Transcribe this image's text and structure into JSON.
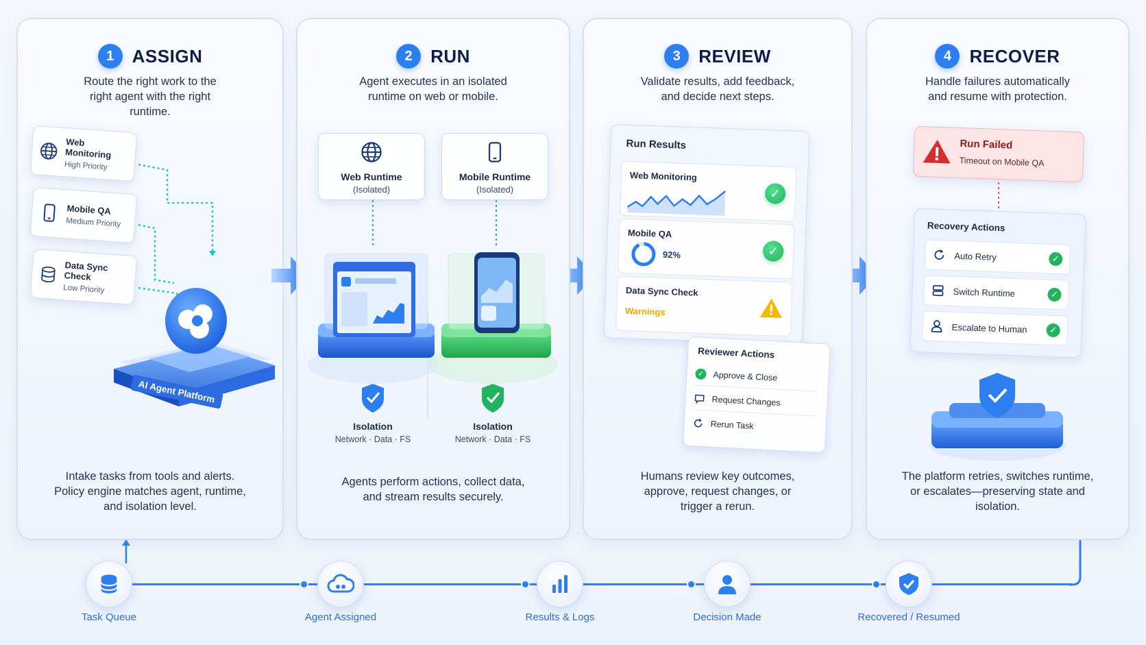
{
  "steps": [
    {
      "num": "1",
      "title": "ASSIGN",
      "subtitle": "Route the right work to the right agent with the right runtime.",
      "footer": "Intake tasks from tools and alerts. Policy engine matches agent, runtime, and isolation level."
    },
    {
      "num": "2",
      "title": "RUN",
      "subtitle": "Agent executes in an isolated runtime on web or mobile.",
      "footer": "Agents perform actions, collect data, and stream results securely."
    },
    {
      "num": "3",
      "title": "REVIEW",
      "subtitle": "Validate results, add feedback, and decide next steps.",
      "footer": "Humans review key outcomes, approve, request changes, or trigger a rerun."
    },
    {
      "num": "4",
      "title": "RECOVER",
      "subtitle": "Handle failures automatically and resume with protection.",
      "footer": "The platform retries, switches runtime, or escalates—preserving state and isolation."
    }
  ],
  "assign": {
    "tasks": [
      {
        "title": "Web Monitoring",
        "priority": "High Priority",
        "icon": "globe-icon"
      },
      {
        "title": "Mobile QA",
        "priority": "Medium Priority",
        "icon": "phone-icon"
      },
      {
        "title": "Data Sync Check",
        "priority": "Low Priority",
        "icon": "database-icon"
      }
    ],
    "platform_label": "AI Agent Platform"
  },
  "run": {
    "runtimes": [
      {
        "title": "Web Runtime",
        "sub": "(Isolated)",
        "icon": "globe-icon"
      },
      {
        "title": "Mobile Runtime",
        "sub": "(Isolated)",
        "icon": "phone-icon"
      }
    ],
    "isolation": [
      {
        "title": "Isolation",
        "sub": "Network · Data · FS"
      },
      {
        "title": "Isolation",
        "sub": "Network · Data · FS"
      }
    ]
  },
  "review": {
    "panel_title": "Run Results",
    "results": [
      {
        "label": "Web Monitoring",
        "status": "ok"
      },
      {
        "label": "Mobile QA",
        "value": "92%",
        "status": "ok"
      },
      {
        "label": "Data Sync Check",
        "note": "Warnings",
        "status": "warning"
      }
    ],
    "reviewer_title": "Reviewer Actions",
    "actions": [
      {
        "label": "Approve & Close",
        "icon": "check-circle-icon"
      },
      {
        "label": "Request Changes",
        "icon": "comment-icon"
      },
      {
        "label": "Rerun Task",
        "icon": "refresh-icon"
      }
    ]
  },
  "recover": {
    "alert_title": "Run Failed",
    "alert_sub": "Timeout on Mobile QA",
    "recovery_title": "Recovery Actions",
    "actions": [
      {
        "label": "Auto Retry",
        "icon": "retry-icon"
      },
      {
        "label": "Switch Runtime",
        "icon": "server-icon"
      },
      {
        "label": "Escalate to Human",
        "icon": "person-icon"
      }
    ]
  },
  "timeline": [
    {
      "label": "Task Queue",
      "icon": "database-icon"
    },
    {
      "label": "Agent Assigned",
      "icon": "cloud-icon"
    },
    {
      "label": "Results & Logs",
      "icon": "bar-chart-icon"
    },
    {
      "label": "Decision Made",
      "icon": "person-icon"
    },
    {
      "label": "Recovered / Resumed",
      "icon": "shield-check-icon"
    }
  ],
  "colors": {
    "accent": "#2d7ff0",
    "success": "#22b35f",
    "warning": "#f2a900",
    "danger": "#d32f2f",
    "mobile_green": "#2fbf5b"
  }
}
